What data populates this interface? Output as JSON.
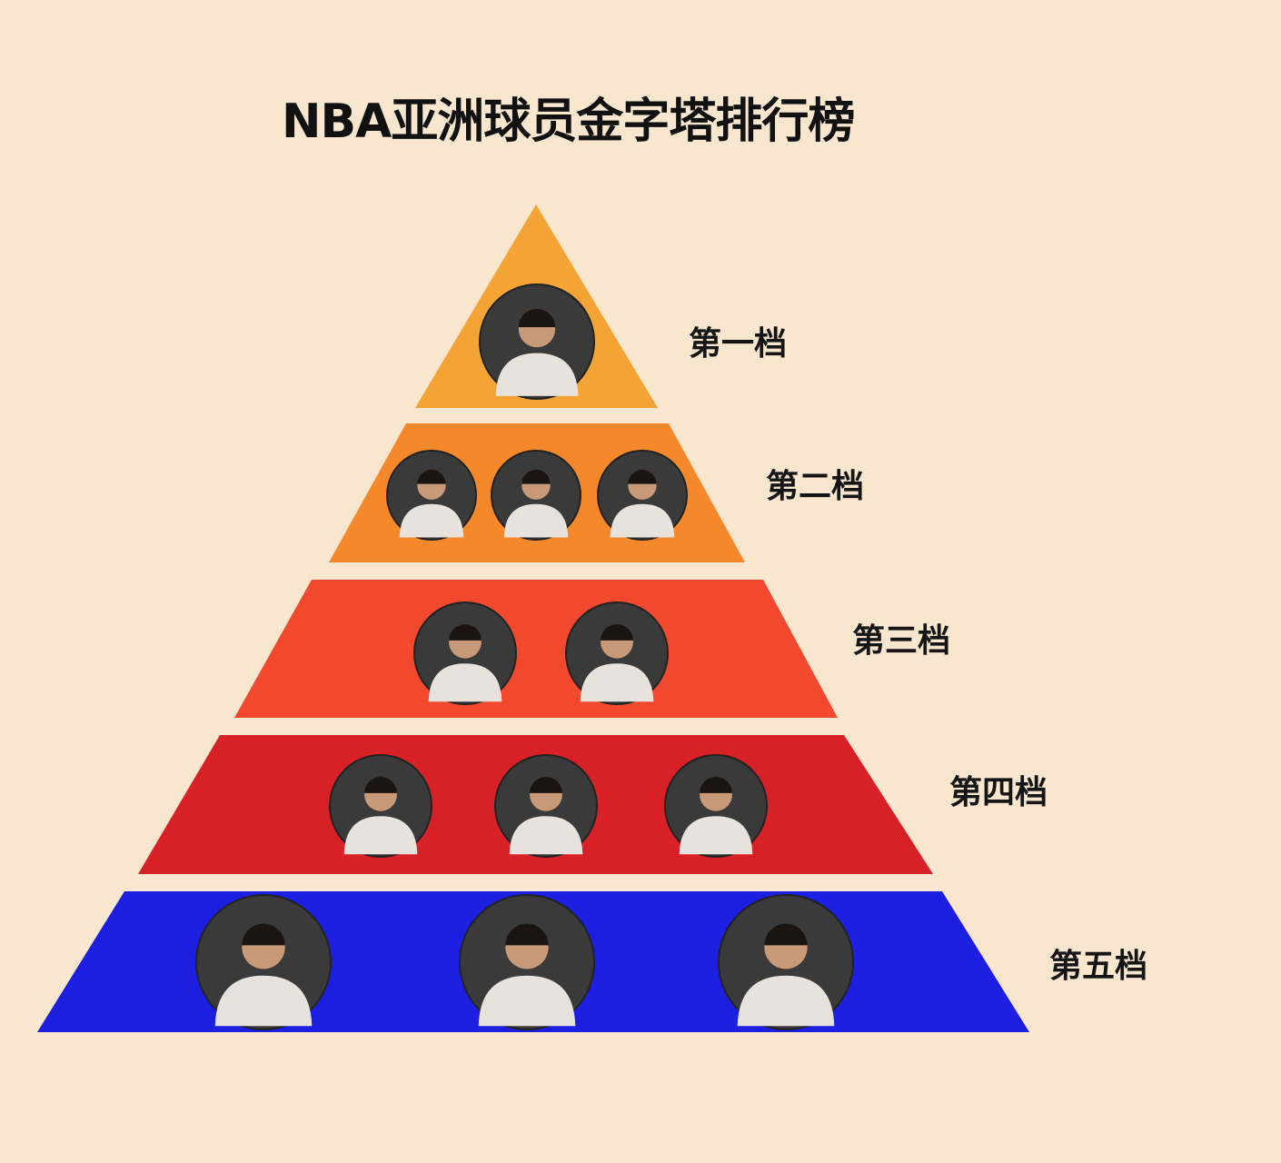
{
  "title": "NBA亚洲球员金字塔排行榜",
  "colors": {
    "background": "#f9e6cf",
    "photo_fill": "#3a3a3a",
    "photo_stroke": "#222222"
  },
  "tiers": [
    {
      "label": "第一档",
      "color": "#f4a434",
      "player_count": 1
    },
    {
      "label": "第二档",
      "color": "#f5882a",
      "player_count": 3
    },
    {
      "label": "第三档",
      "color": "#f2492e",
      "player_count": 2
    },
    {
      "label": "第四档",
      "color": "#d72126",
      "player_count": 3
    },
    {
      "label": "第五档",
      "color": "#1c1ee0",
      "player_count": 3
    }
  ]
}
